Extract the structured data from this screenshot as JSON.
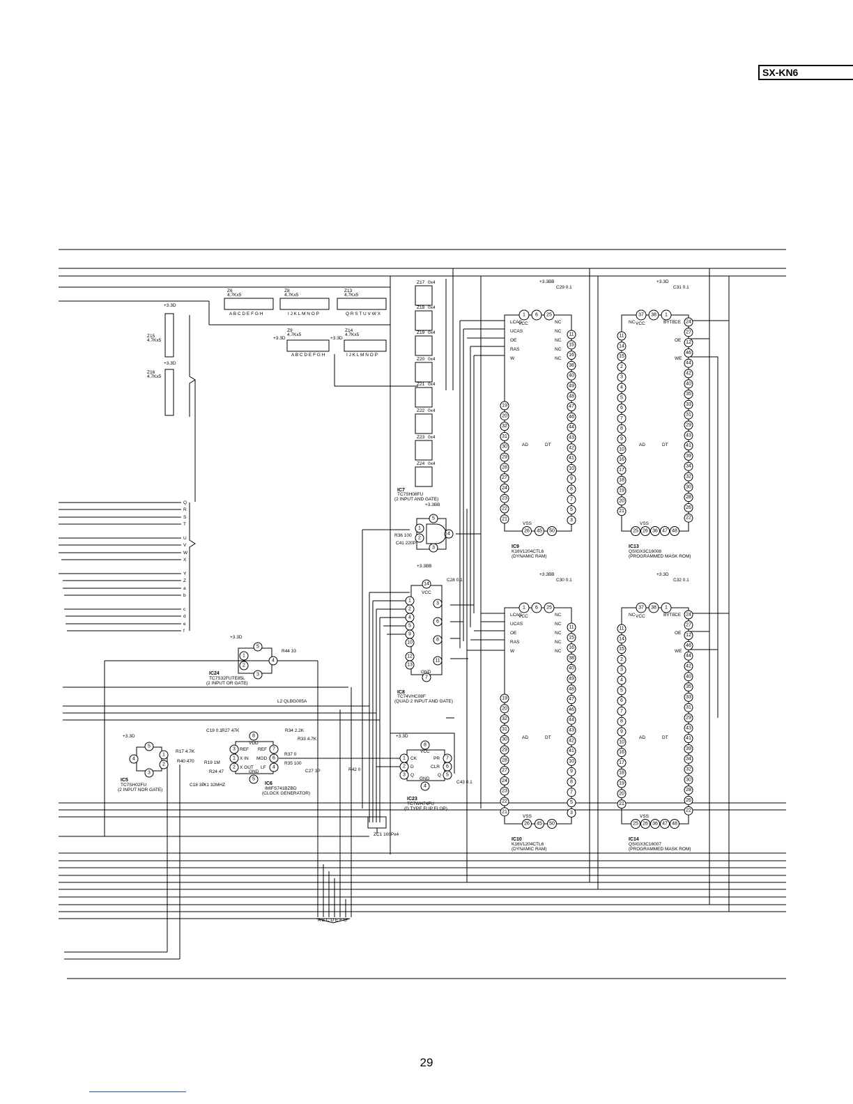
{
  "header": {
    "model": "SX-KN6"
  },
  "footer": {
    "page_number": "29"
  },
  "right_side_labels": [
    "Q",
    "R",
    "S",
    "T",
    "U",
    "V",
    "W",
    "X",
    "Y",
    "Z",
    "a",
    "b",
    "c",
    "d",
    "e",
    "f"
  ],
  "chips": {
    "ic24": {
      "ref": "IC24",
      "part": "TC7S32FUTE85L",
      "desc": "(2 INPUT OR GATE)"
    },
    "ic5": {
      "ref": "IC5",
      "part": "TC7SH02FU",
      "desc": "(2 INPUT NOR GATE)"
    },
    "ic6": {
      "ref": "IC6",
      "part": "IMIFS741BZBD",
      "desc": "(CLOCK GENERATOR)",
      "pins": [
        "REF",
        "REF",
        "X IN",
        "MOD",
        "X OUT",
        "LF",
        "GND",
        "VDD"
      ]
    },
    "ic7": {
      "ref": "IC7",
      "part": "TC7SH08FU",
      "desc": "(2 INPUT AND GATE)"
    },
    "ic8": {
      "ref": "IC8",
      "part": "TC74VHC08F",
      "desc": "(QUAD 2 INPUT AND GATE)"
    },
    "ic23": {
      "ref": "IC23",
      "part": "TC7WH74FU",
      "desc": "(D TYPE FLIP FLOP)"
    },
    "ic9": {
      "ref": "IC9",
      "part": "K16V1204CTL6",
      "desc": "(DYNAMIC RAM)"
    },
    "ic10": {
      "ref": "IC10",
      "part": "K16V1204CTL6",
      "desc": "(DYNAMIC RAM)"
    },
    "ic13": {
      "ref": "IC13",
      "part": "QSIGX3C16008",
      "desc": "(PROGRAMMED MASK ROM)"
    },
    "ic14": {
      "ref": "IC14",
      "part": "QSIGX3C16007",
      "desc": "(PROGRAMMED MASK ROM)"
    }
  },
  "resistor_arrays": {
    "z6": {
      "ref": "Z6",
      "value": "4.7Kx5",
      "pins": "A B C D E F G H"
    },
    "z8": {
      "ref": "Z8",
      "value": "4.7Kx5",
      "pins": "I J K L M N O P"
    },
    "z13": {
      "ref": "Z13",
      "value": "4.7Kx5",
      "pins": "Q R S T U V W X"
    },
    "z9": {
      "ref": "Z9",
      "value": "4.7Kx5",
      "pins": "A B C D E F G H"
    },
    "z14": {
      "ref": "Z14",
      "value": "4.7Kx5",
      "pins": "I J K L M N O P"
    },
    "z15": {
      "ref": "Z15",
      "value": "4.7Kx5"
    },
    "z16": {
      "ref": "Z16",
      "value": "4.7Kx5"
    },
    "z17": {
      "ref": "Z17",
      "value": "0x4"
    },
    "z18": {
      "ref": "Z18",
      "value": "0x4"
    },
    "z19": {
      "ref": "Z19",
      "value": "0x4"
    },
    "z20": {
      "ref": "Z20",
      "value": "0x4"
    },
    "z21": {
      "ref": "Z21",
      "value": "0x4"
    },
    "z22": {
      "ref": "Z22",
      "value": "0x4"
    },
    "z23": {
      "ref": "Z23",
      "value": "0x4"
    },
    "z24": {
      "ref": "Z24",
      "value": "0x4"
    }
  },
  "passives": {
    "r44": "R44 33",
    "r36": "R36 100",
    "c41": "C41 220P",
    "c28": "C28 0.1",
    "c29": "C29 0.1",
    "c30": "C30 0.1",
    "c31": "C31 0.1",
    "c32": "C32 0.1",
    "l2": "L2 QLBG005A",
    "r17": "R17 4.7K",
    "r40": "R40 470",
    "c19": "C19 0.1",
    "r27": "R27 47K",
    "r34": "R34 2.2K",
    "r33": "R33 4.7K",
    "r19": "R19 1M",
    "r24": "R24 47",
    "r37": "R37 0",
    "r35": "R35 100",
    "c27": "C27 3P",
    "c18": "C18 3P",
    "x1": "X1 32MHZ",
    "c43": "C43 0.1",
    "r42": "R42 0",
    "zc1": "ZC1 100Px4"
  },
  "rails": {
    "v33d": "+3.3D",
    "v33bb": "+3.3BB"
  },
  "pin_names": {
    "vcc": "VCC",
    "vss": "VSS",
    "gnd": "GND",
    "nc": "NC",
    "ad": "AD",
    "dt": "DT",
    "byte": "BYTE",
    "ce": "CE",
    "oe": "OE",
    "we": "WE",
    "lcas": "LCAS",
    "ucas": "UCAS",
    "ras": "RAS",
    "w": "W",
    "ck": "CK",
    "pr": "PR",
    "clr": "CLR",
    "d": "D",
    "q": "Q",
    "qbar": "Q"
  },
  "connector_letters": "A B C D E F G"
}
